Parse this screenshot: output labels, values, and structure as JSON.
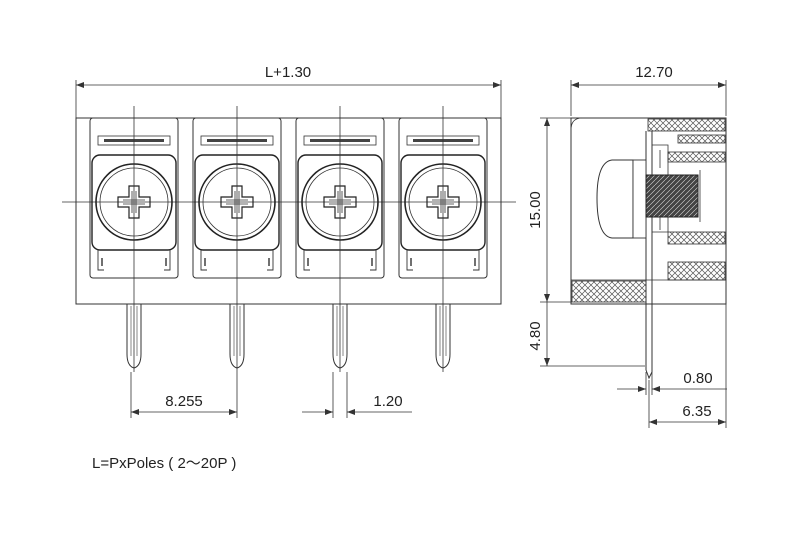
{
  "drawing": {
    "front_view": {
      "overall_dimension": "L+1.30",
      "pitch_dimension": "8.255",
      "pin_width_dimension": "1.20",
      "poles_shown": 4
    },
    "side_view": {
      "width_dimension": "12.70",
      "height_dimension": "15.00",
      "pin_length_dimension": "4.80",
      "pin_thickness_dimension": "0.80",
      "pin_offset_dimension": "6.35"
    },
    "note": "L=PxPoles ( 2～20P )"
  },
  "colors": {
    "line": "#333333",
    "background": "#ffffff",
    "hatch": "#555555"
  }
}
